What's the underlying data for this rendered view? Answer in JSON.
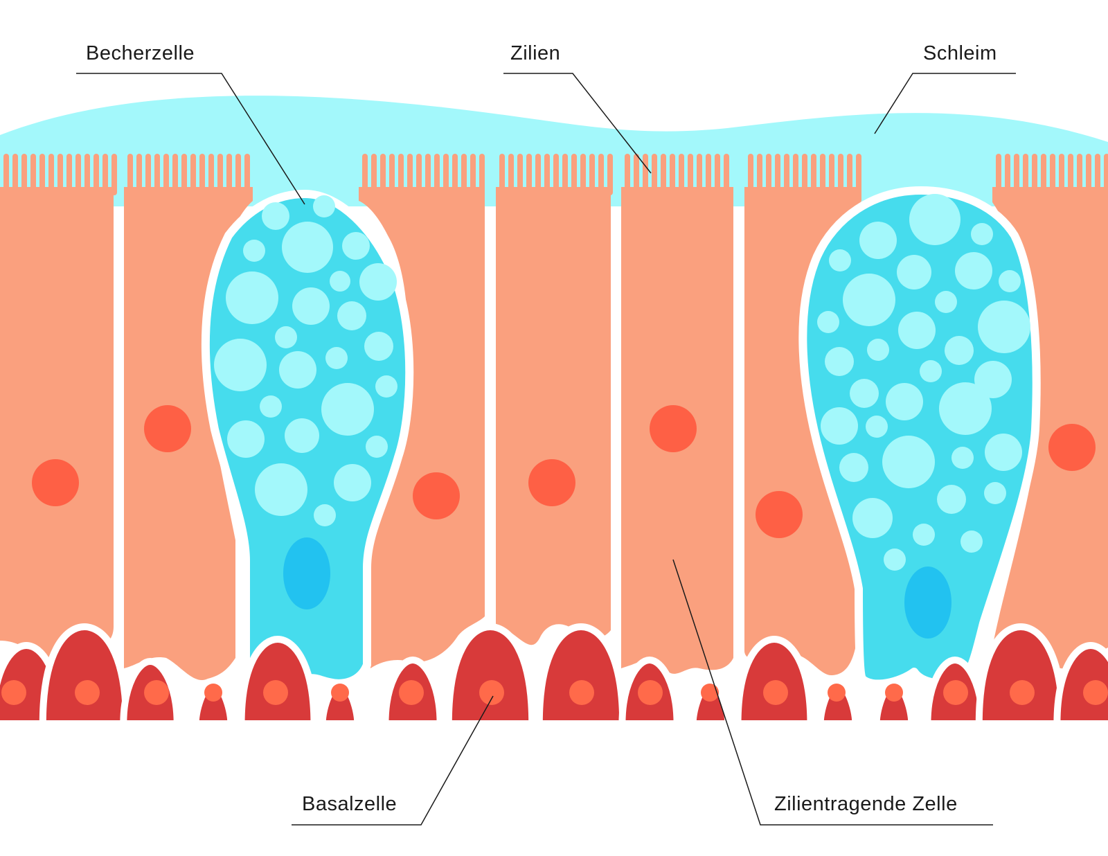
{
  "labels": {
    "goblet_cell": "Becherzelle",
    "cilia": "Zilien",
    "mucus": "Schleim",
    "basal_cell": "Basalzelle",
    "ciliated_cell": "Zilientragende Zelle"
  },
  "colors": {
    "mucus": "#a3f8fb",
    "ciliated_cell": "#faa07e",
    "nucleus": "#fe6045",
    "goblet_cell": "#46dced",
    "vesicle": "#a3f8fb",
    "goblet_nucleus": "#22c2f0",
    "basal_cell": "#d83a3a",
    "basal_nucleus": "#ff6a4a",
    "membrane": "#ffffff",
    "leader_line": "#1a1a1a"
  }
}
